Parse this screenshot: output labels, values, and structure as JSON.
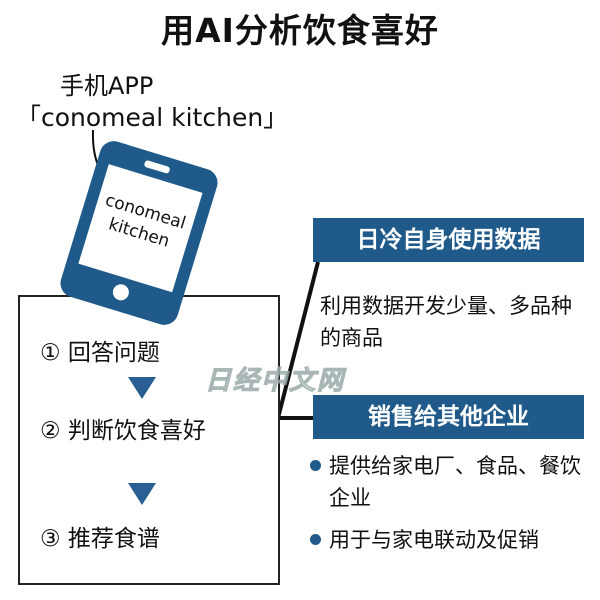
{
  "title": "用AI分析饮食喜好",
  "app_label": "手机APP",
  "app_name": "「conomeal kitchen」",
  "phone_screen": [
    "conomeal",
    "kitchen"
  ],
  "steps": [
    "① 回答问题",
    "② 判断饮食喜好",
    "③ 推荐食谱"
  ],
  "sections": [
    {
      "heading": "日冷自身使用数据",
      "text": [
        "利用数据开发少量、多品种",
        "的商品"
      ]
    },
    {
      "heading": "销售给其他企业",
      "bullets": [
        [
          "提供给家电厂、食品、餐饮",
          "企业"
        ],
        [
          "用于与家电联动及促销"
        ]
      ]
    }
  ],
  "watermark": "日经中文网",
  "colors": {
    "accent": "#1f5a8a"
  }
}
